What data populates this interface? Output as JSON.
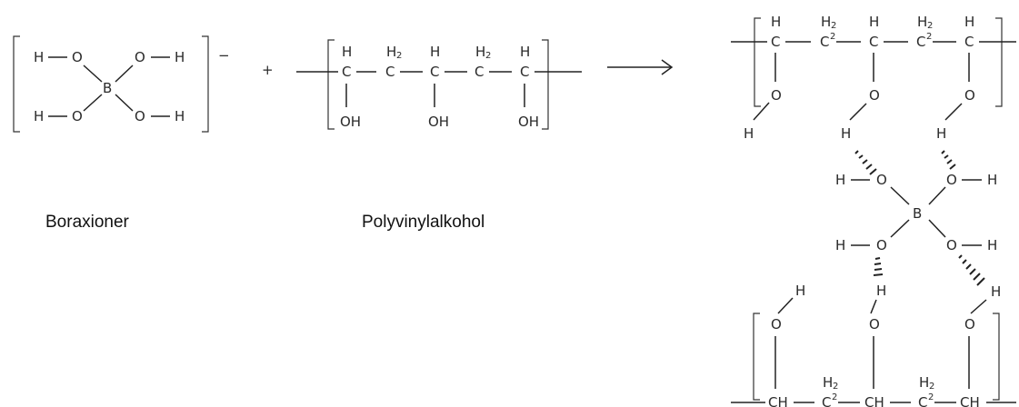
{
  "labels": {
    "borax": "Boraxioner",
    "pva": "Polyvinylalkohol",
    "plus": "+",
    "charge": "−"
  },
  "atoms": {
    "H": "H",
    "O": "O",
    "B": "B",
    "C": "C",
    "OH": "OH",
    "CH": "CH",
    "sub2": "2"
  }
}
